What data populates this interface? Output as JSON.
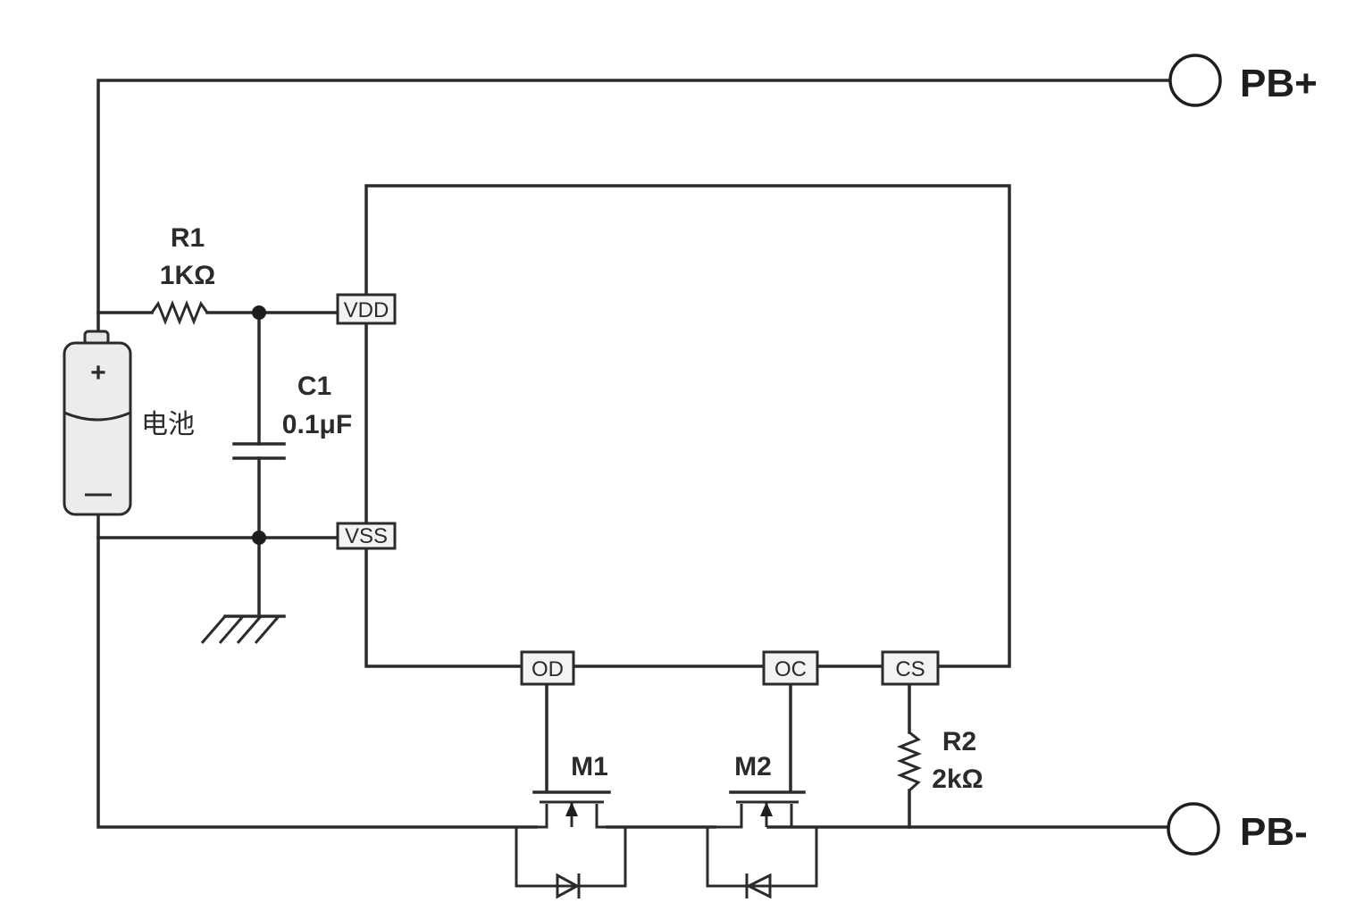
{
  "terminals": {
    "pb_plus": "PB+",
    "pb_minus": "PB-"
  },
  "battery": {
    "label": "电池",
    "plus_sign": "+",
    "minus_sign": "—"
  },
  "components": {
    "r1": {
      "name": "R1",
      "value": "1KΩ"
    },
    "c1": {
      "name": "C1",
      "value": "0.1μF"
    },
    "r2": {
      "name": "R2",
      "value": "2kΩ"
    },
    "m1": {
      "name": "M1"
    },
    "m2": {
      "name": "M2"
    }
  },
  "ic_pins": {
    "vdd": "VDD",
    "vss": "VSS",
    "od": "OD",
    "oc": "OC",
    "cs": "CS"
  }
}
